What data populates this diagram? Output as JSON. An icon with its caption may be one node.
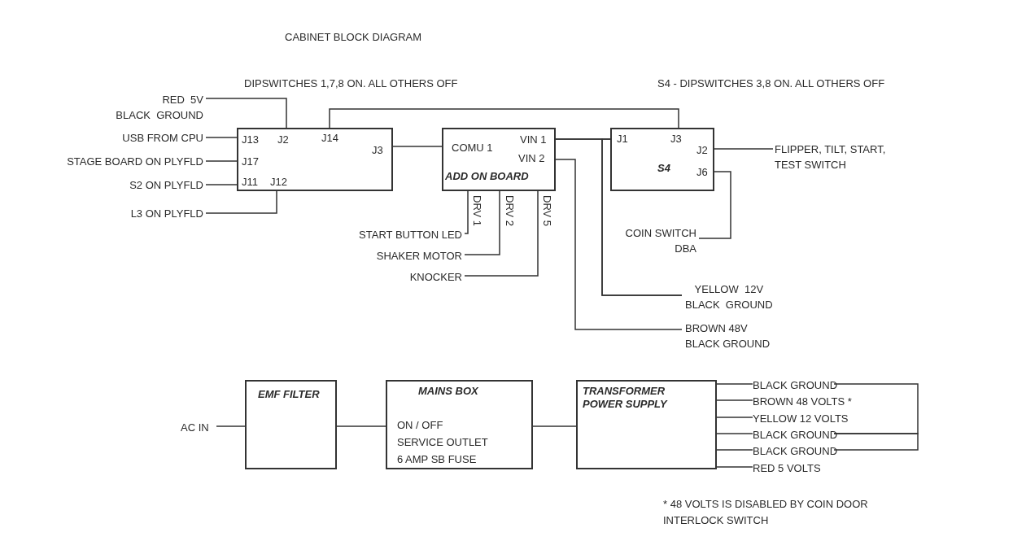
{
  "diagram": {
    "title": "CABINET BLOCK DIAGRAM",
    "nodes": [
      {
        "text": [
          "J13",
          "J2",
          "J14",
          "J3",
          "J17",
          "J11",
          "J12"
        ]
      },
      {
        "text": [
          "COMU 1",
          "VIN 1",
          "VIN 2",
          "ADD ON BOARD"
        ]
      },
      {
        "text": [
          "J1",
          "J3",
          "J2",
          "J6",
          "S4"
        ]
      },
      {
        "text": [
          "RED  5V",
          "BLACK  GROUND"
        ]
      },
      {
        "text": [
          "USB FROM CPU"
        ]
      },
      {
        "text": [
          "STAGE BOARD ON PLYFLD"
        ]
      },
      {
        "text": [
          "S2 ON PLYFLD"
        ]
      },
      {
        "text": [
          "L3 ON PLYFLD"
        ]
      },
      {
        "text": [
          "START BUTTON LED"
        ]
      },
      {
        "text": [
          "SHAKER MOTOR"
        ]
      },
      {
        "text": [
          "KNOCKER"
        ]
      },
      {
        "text": [
          "FLIPPER, TILT, START, TEST SWITCH"
        ]
      },
      {
        "text": [
          "COIN SWITCH",
          "DBA"
        ]
      },
      {
        "text": [
          "YELLOW  12V",
          "BLACK  GROUND"
        ]
      },
      {
        "text": [
          "BROWN 48V",
          "BLACK GROUND"
        ]
      },
      {
        "text": [
          "AC IN"
        ]
      },
      {
        "text": [
          "EMF FILTER"
        ]
      },
      {
        "text": [
          "MAINS BOX",
          "ON / OFF",
          "SERVICE OUTLET",
          "6 AMP SB FUSE"
        ]
      },
      {
        "text": [
          "TRANSFORMER POWER SUPPLY"
        ]
      },
      {
        "text": [
          "BLACK GROUND"
        ]
      },
      {
        "text": [
          "BROWN 48 VOLTS *"
        ]
      },
      {
        "text": [
          "YELLOW 12 VOLTS"
        ]
      },
      {
        "text": [
          "BLACK GROUND"
        ]
      },
      {
        "text": [
          "BLACK GROUND"
        ]
      },
      {
        "text": [
          "RED 5 VOLTS"
        ]
      }
    ],
    "edges": [
      {
        "from": 3,
        "to": 0,
        "arrow": "none"
      },
      {
        "from": 0,
        "to": 2,
        "arrow": "none"
      },
      {
        "from": 4,
        "to": 0,
        "arrow": "none"
      },
      {
        "from": 5,
        "to": 0,
        "arrow": "none"
      },
      {
        "from": 6,
        "to": 0,
        "arrow": "none"
      },
      {
        "from": 7,
        "to": 0,
        "arrow": "none"
      },
      {
        "from": 0,
        "to": 1,
        "arrow": "none"
      },
      {
        "from": 1,
        "to": 2,
        "arrow": "none"
      },
      {
        "from": 13,
        "to": 2,
        "arrow": "none"
      },
      {
        "from": 13,
        "to": 1,
        "arrow": "none"
      },
      {
        "from": 14,
        "to": 1,
        "arrow": "none"
      },
      {
        "from": 1,
        "to": 8,
        "arrow": "none",
        "label": "DRV 1"
      },
      {
        "from": 1,
        "to": 9,
        "arrow": "none",
        "label": "DRV 2"
      },
      {
        "from": 1,
        "to": 10,
        "arrow": "none",
        "label": "DRV 5"
      },
      {
        "from": 2,
        "to": 11,
        "arrow": "none"
      },
      {
        "from": 2,
        "to": 12,
        "arrow": "none"
      },
      {
        "from": 15,
        "to": 16,
        "arrow": "none"
      },
      {
        "from": 16,
        "to": 17,
        "arrow": "none"
      },
      {
        "from": 17,
        "to": 18,
        "arrow": "none"
      },
      {
        "from": 18,
        "to": 19,
        "arrow": "none"
      },
      {
        "from": 18,
        "to": 20,
        "arrow": "none"
      },
      {
        "from": 18,
        "to": 21,
        "arrow": "none"
      },
      {
        "from": 18,
        "to": 22,
        "arrow": "none"
      },
      {
        "from": 18,
        "to": 23,
        "arrow": "none"
      },
      {
        "from": 18,
        "to": 24,
        "arrow": "none"
      },
      {
        "from": 19,
        "to": 22,
        "arrow": "none"
      },
      {
        "from": 22,
        "to": 23,
        "arrow": "none"
      }
    ],
    "labels": [
      "DIPSWITCHES 1,7,8 ON. ALL OTHERS OFF",
      "S4 - DIPSWITCHES 3,8 ON. ALL OTHERS OFF",
      "* 48 VOLTS IS DISABLED BY COIN DOOR INTERLOCK SWITCH"
    ]
  }
}
